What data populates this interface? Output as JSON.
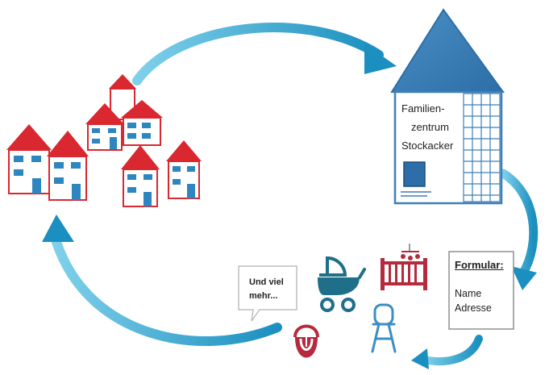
{
  "center": {
    "line1": "Familien-",
    "line2": "zentrum",
    "line3": "Stockacker"
  },
  "speech_bubble": {
    "line1": "Und viel",
    "line2": "mehr..."
  },
  "form": {
    "title": "Formular:",
    "field1": "Name",
    "field2": "Adresse"
  },
  "colors": {
    "house_red": "#d9282f",
    "window_blue": "#2e86c1",
    "arrow_teal": "#2aa3c9",
    "building_blue": "#3d7fb8",
    "item_red": "#b52a3c",
    "item_teal": "#1f6f8b"
  }
}
